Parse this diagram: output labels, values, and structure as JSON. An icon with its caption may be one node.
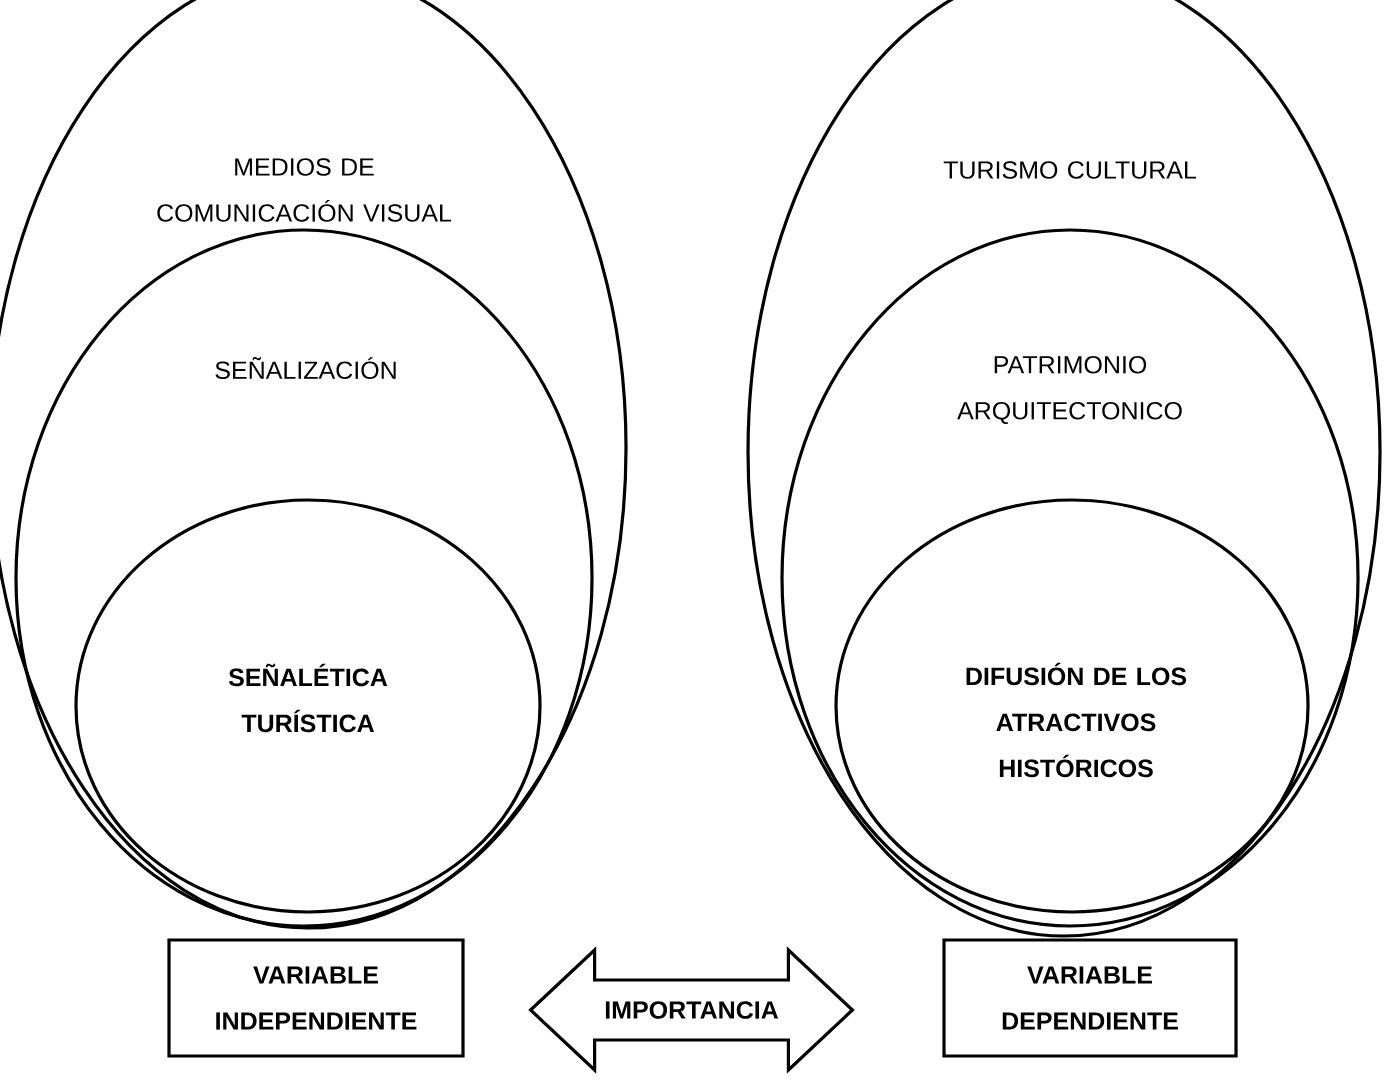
{
  "diagram": {
    "nodes": [
      {
        "text": [
          "MEDIOS DE COMUNICACIÓN VISUAL"
        ]
      },
      {
        "text": [
          "SEÑALIZACIÓN"
        ],
        "in": 0
      },
      {
        "text": [
          "SEÑALÉTICA TURÍSTICA"
        ],
        "in": 1
      },
      {
        "text": [
          "TURISMO CULTURAL"
        ]
      },
      {
        "text": [
          "PATRIMONIO ARQUITECTONICO"
        ],
        "in": 3
      },
      {
        "text": [
          "DIFUSIÓN DE LOS ATRACTIVOS HISTÓRICOS"
        ],
        "in": 4
      },
      {
        "text": [
          "VARIABLE INDEPENDIENTE"
        ]
      },
      {
        "text": [
          "VARIABLE DEPENDIENTE"
        ]
      }
    ],
    "edges": [
      {
        "from": 6,
        "to": 7,
        "arrow": "both",
        "label": "IMPORTANCIA"
      }
    ]
  }
}
